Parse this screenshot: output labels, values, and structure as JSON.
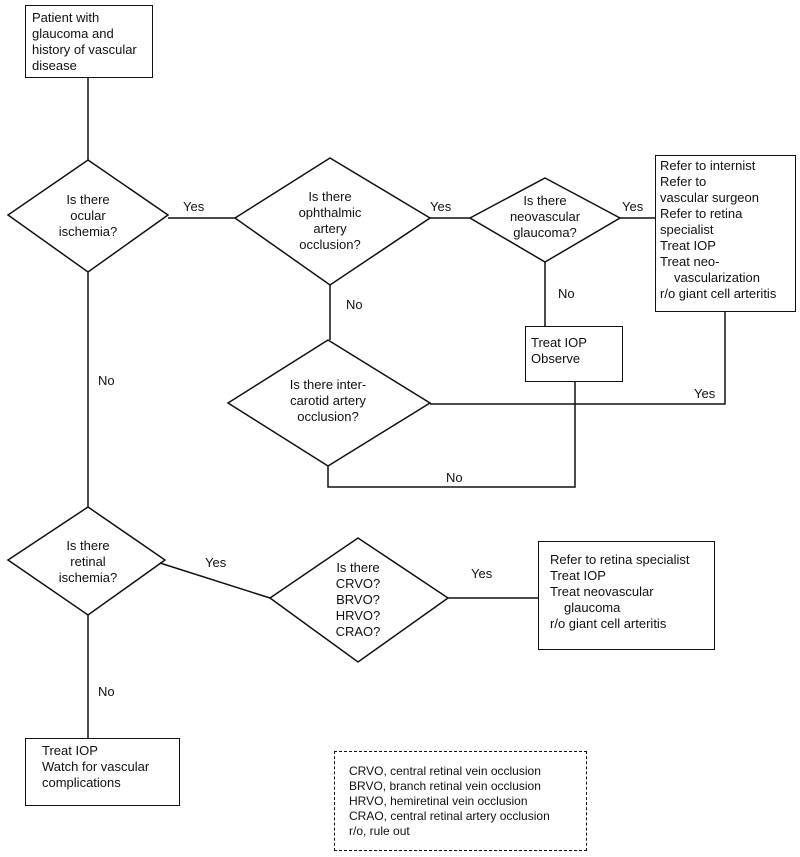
{
  "start": {
    "lines": [
      "Patient with",
      "glaucoma and",
      "history of vascular",
      "disease"
    ]
  },
  "questions": {
    "ocular_ischemia": [
      "Is there",
      "ocular",
      "ischemia?"
    ],
    "ophthalmic_occlusion": [
      "Is there",
      "ophthalmic",
      "artery",
      "occlusion?"
    ],
    "neovascular_glaucoma": [
      "Is there",
      "neovascular",
      "glaucoma?"
    ],
    "intercarotid_occlusion": [
      "Is there inter-",
      "carotid artery",
      "occlusion?"
    ],
    "retinal_ischemia": [
      "Is there",
      "retinal",
      "ischemia?"
    ],
    "vein_occlusions": [
      "Is there",
      "CRVO?",
      "BRVO?",
      "HRVO?",
      "CRAO?"
    ]
  },
  "actions": {
    "refer_internist": [
      "Refer to internist",
      "Refer to",
      "vascular surgeon",
      "Refer to retina",
      "specialist",
      "Treat IOP",
      "Treat  neo-",
      "vascularization",
      "r/o giant cell arteritis"
    ],
    "treat_observe": [
      "Treat IOP",
      "Observe"
    ],
    "refer_retina": [
      "Refer to retina specialist",
      "Treat IOP",
      "Treat neovascular",
      "glaucoma",
      "r/o giant cell arteritis"
    ],
    "treat_watch": [
      "Treat IOP",
      "Watch for vascular",
      "complications"
    ]
  },
  "edge_labels": {
    "yes": "Yes",
    "no": "No"
  },
  "legend": {
    "lines": [
      "CRVO, central retinal vein occlusion",
      "BRVO, branch retinal vein occlusion",
      "HRVO, hemiretinal vein occlusion",
      "CRAO, central retinal artery occlusion",
      "r/o, rule out"
    ]
  }
}
